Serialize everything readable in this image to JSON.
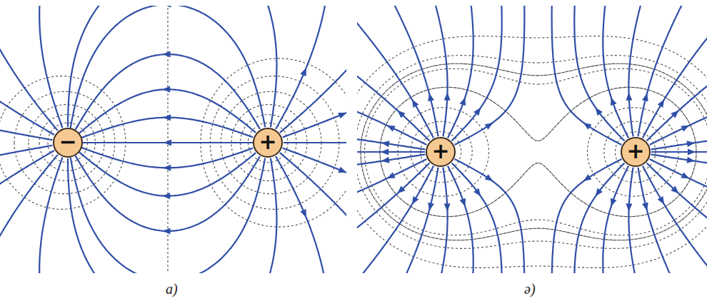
{
  "diagram": {
    "nodes": [
      {
        "text": [
          "−"
        ]
      },
      {
        "text": [
          "+"
        ]
      },
      {
        "text": [
          "+"
        ]
      },
      {
        "text": [
          "+"
        ]
      }
    ],
    "edges": [
      {
        "from": 1,
        "to": 0,
        "arrow": "to"
      }
    ],
    "labels": [
      "a)",
      "ə)"
    ]
  }
}
